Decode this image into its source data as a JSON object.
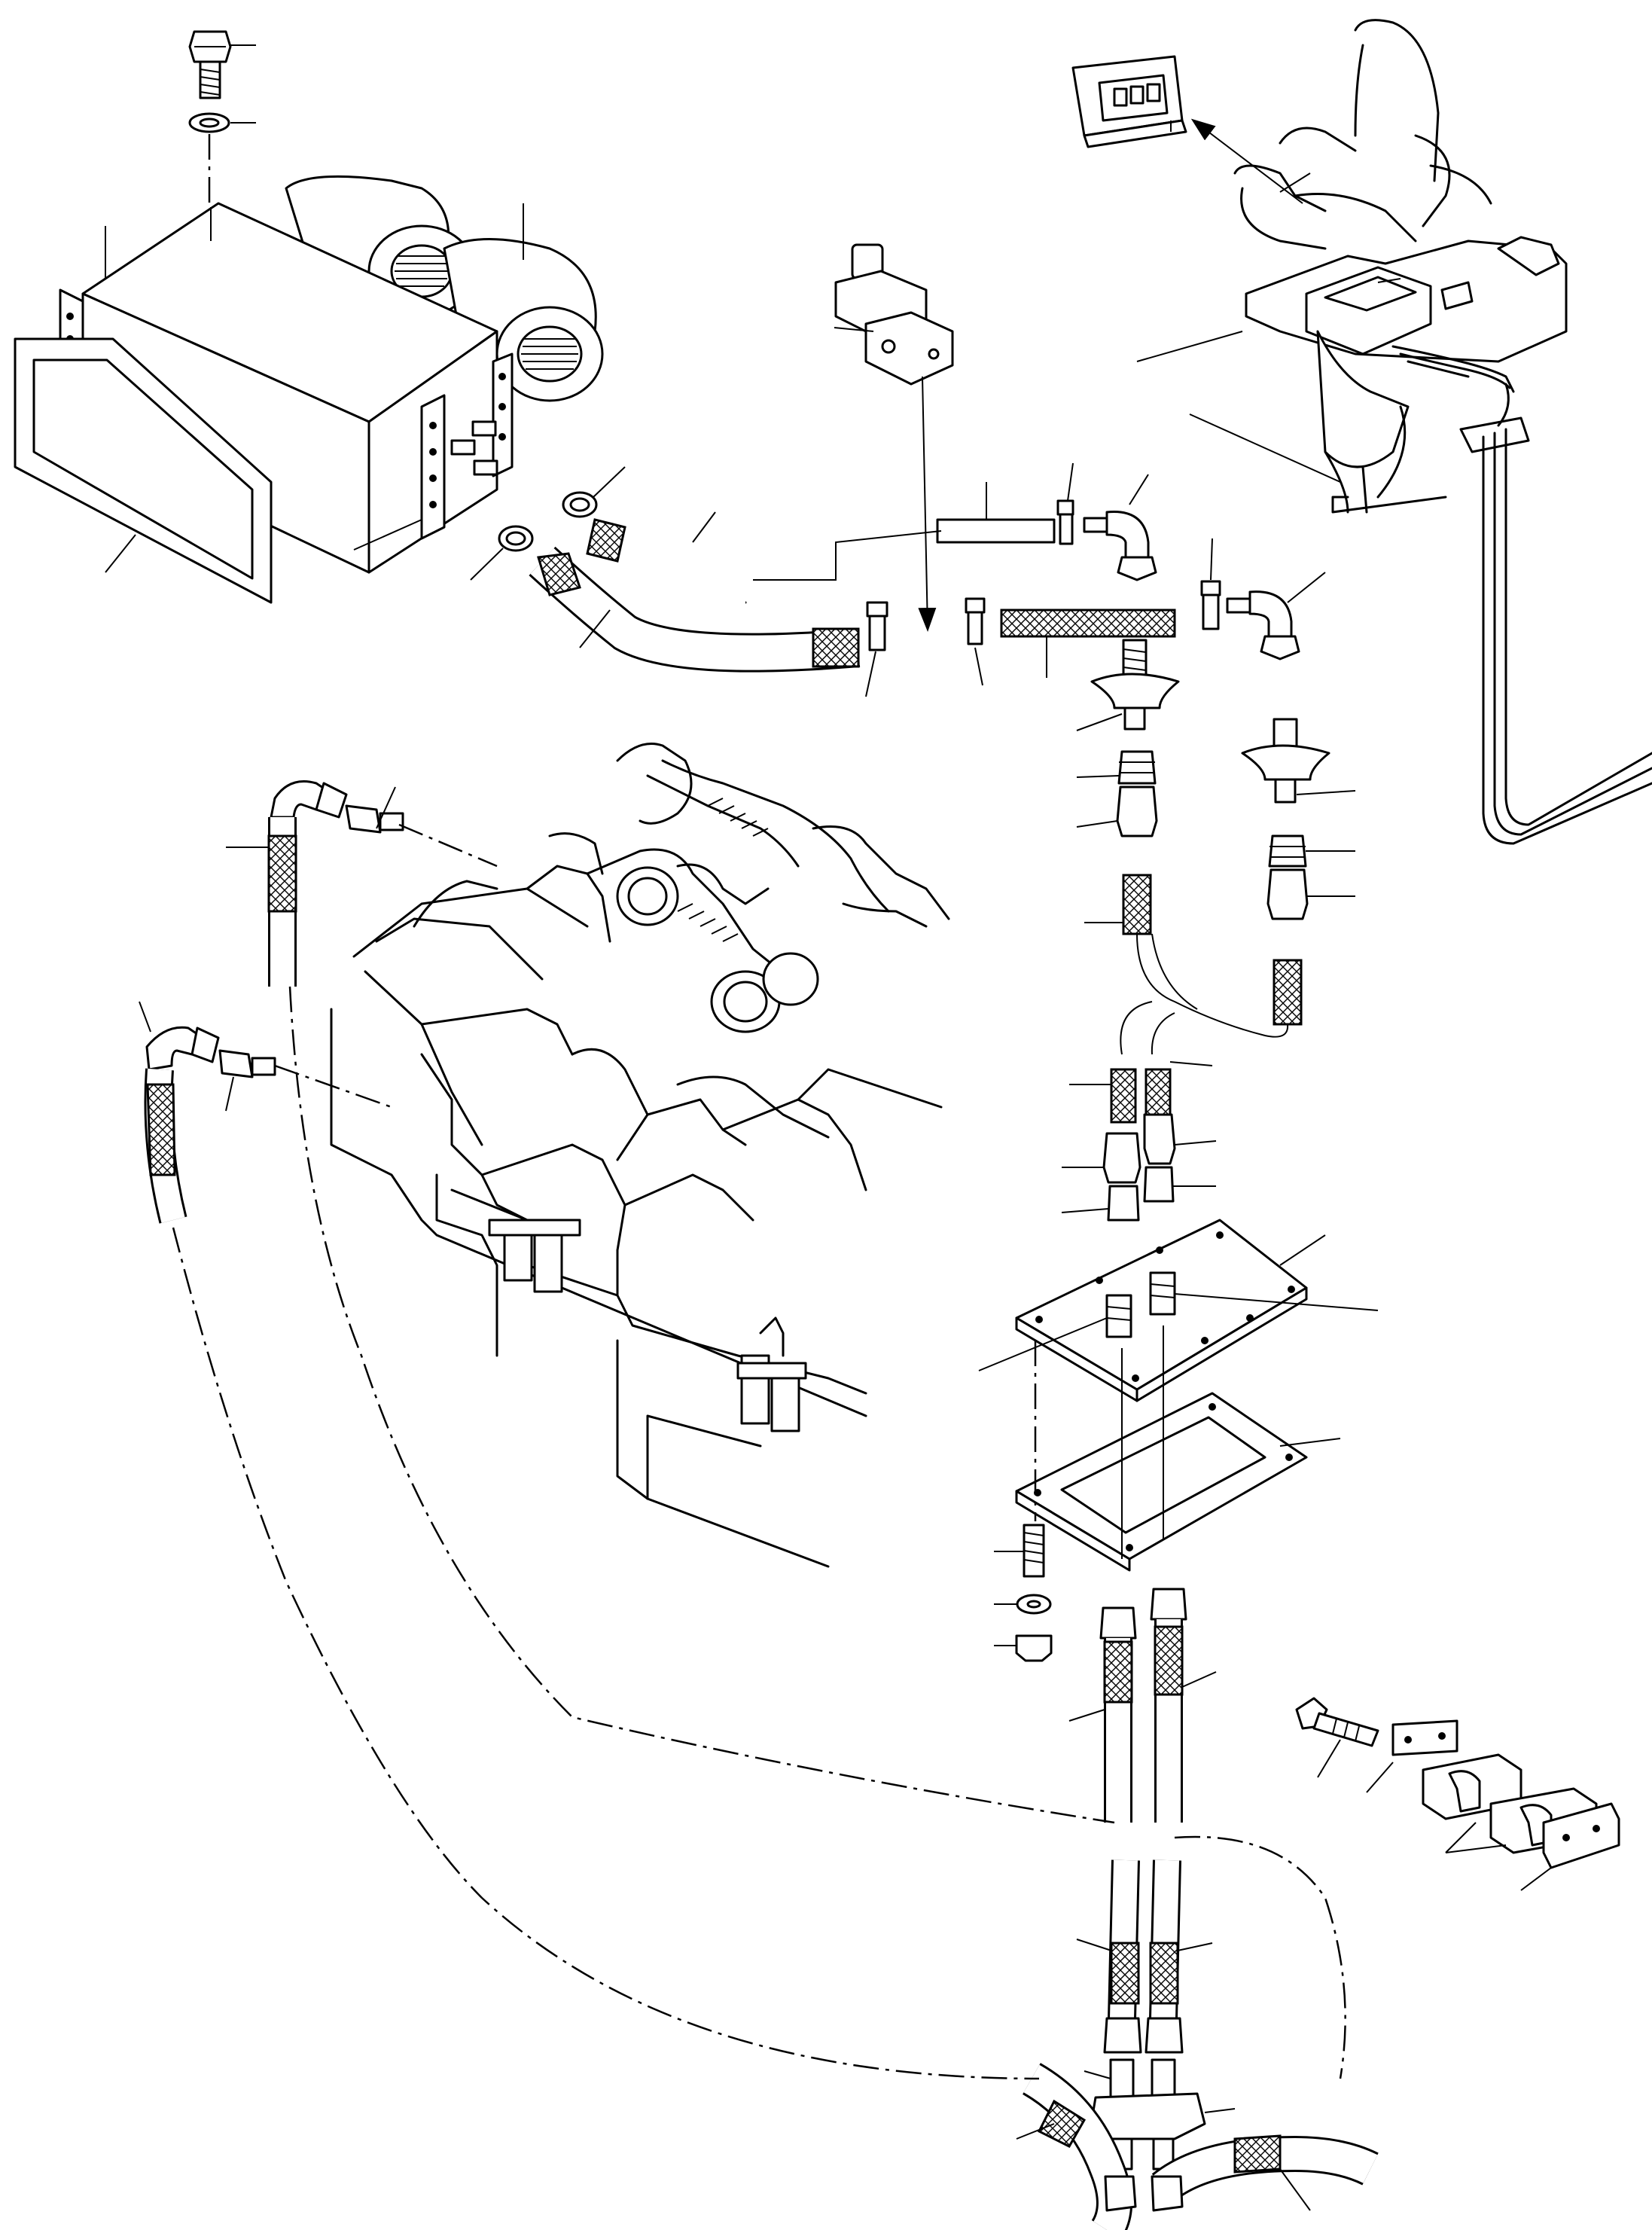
{
  "diagram": {
    "components": [
      "hex-bolt",
      "lock-washer",
      "heater-housing",
      "blower-fan",
      "mounting-frame",
      "hose-clamp",
      "heater-hose",
      "shutoff-valve",
      "tube",
      "hose-connector",
      "elbow-fitting",
      "bulkhead-fitting",
      "hose-nut",
      "hydraulic-hose",
      "engine-block",
      "adapter",
      "cover-plate",
      "gasket",
      "stud",
      "washer",
      "nut",
      "clamp-bolt",
      "clamp-plate",
      "clamp-half",
      "operator-seat",
      "control-panel",
      "wiring-harness"
    ]
  }
}
